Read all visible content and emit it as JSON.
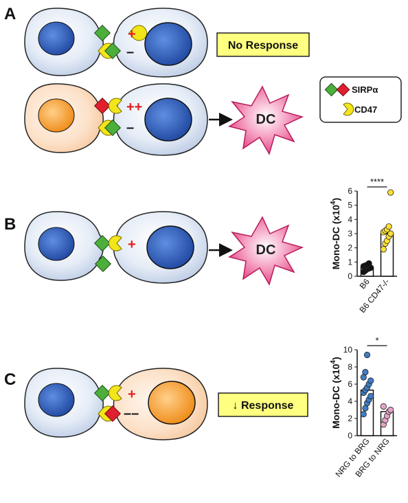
{
  "colors": {
    "blue_cell_body": "#dde7f3",
    "blue_nucleus": "#2d5fb8",
    "orange_cell_body": "#fbe2cc",
    "orange_nucleus": "#f39a2c",
    "sirpa_green": "#4caf3c",
    "sirpa_red": "#e0202e",
    "cd47_yellow": "#f2e51a",
    "dc_pink": "#e84d8a",
    "callout_yellow": "#ffff80",
    "plus_red": "#e02020",
    "ko_marker": "#ffe033",
    "nrg_marker": "#3f7dc4",
    "brg_marker": "#e4a3c8"
  },
  "panels": {
    "A": {
      "letter": "A",
      "row1": {
        "sign_top": "+",
        "sign_bottom": "–",
        "callout": "No Response"
      },
      "row2": {
        "sign_top": "++",
        "sign_bottom": "–",
        "dc_label": "DC"
      },
      "legend": {
        "sirpa_label": "SIRPα",
        "cd47_label": "CD47"
      }
    },
    "B": {
      "letter": "B",
      "sign_top": "+",
      "dc_label": "DC"
    },
    "C": {
      "letter": "C",
      "sign_top": "+",
      "sign_bottom": "––",
      "callout": "↓ Response"
    }
  },
  "chart_data": [
    {
      "type": "bar",
      "panel": "B",
      "categories": [
        "B6",
        "B6 CD47-/-"
      ],
      "values": [
        0.6,
        3.0
      ],
      "points": [
        [
          0.3,
          0.4,
          0.5,
          0.55,
          0.6,
          0.7,
          0.75,
          0.8,
          0.9
        ],
        [
          1.9,
          2.3,
          2.5,
          2.8,
          3.0,
          3.1,
          3.2,
          3.3,
          3.5,
          5.9
        ]
      ],
      "marker_colors": [
        "#111111",
        "#ffe033"
      ],
      "ylabel": "Mono-DC (x10",
      "ylabel_sup": "4",
      "ylabel_close": ")",
      "ylim": [
        0,
        6
      ],
      "yticks": [
        "0",
        "1",
        "2",
        "3",
        "4",
        "5",
        "6"
      ],
      "significance": "****",
      "grid": false
    },
    {
      "type": "bar",
      "panel": "C",
      "categories": [
        "NRG to BRG",
        "BRG to NRG"
      ],
      "values": [
        5.3,
        2.8
      ],
      "points": [
        [
          2.5,
          3.2,
          3.8,
          4.2,
          4.6,
          5.0,
          5.3,
          5.6,
          6.0,
          6.4,
          6.8,
          7.4,
          9.4
        ],
        [
          1.3,
          1.8,
          2.3,
          2.8,
          3.0,
          3.4
        ]
      ],
      "marker_colors": [
        "#3f7dc4",
        "#e4a3c8"
      ],
      "ylabel": "Mono-DC (x10",
      "ylabel_sup": "4",
      "ylabel_close": ")",
      "ylim": [
        0,
        10
      ],
      "yticks": [
        "0",
        "2",
        "4",
        "6",
        "8",
        "10"
      ],
      "significance": "*",
      "grid": false
    }
  ]
}
